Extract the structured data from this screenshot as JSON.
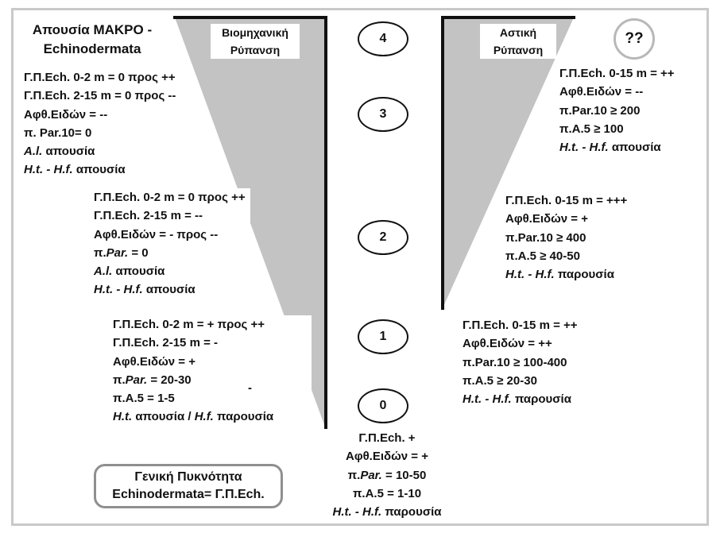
{
  "title": {
    "line1": "Απουσία ΜΑΚΡΟ -",
    "line2": "Echinodermata"
  },
  "left_label": {
    "line1": "Βιομηχανική",
    "line2": "Ρύπανση"
  },
  "right_label": {
    "line1": "Αστική",
    "line2": "Ρύπανση"
  },
  "unknown_badge": "??",
  "stages": [
    "4",
    "3",
    "2",
    "1",
    "0"
  ],
  "left_block_3": {
    "l1": "Γ.Π.Ech.  0-2 m = 0 προς  ++",
    "l2": "Γ.Π.Ech.  2-15 m = 0 προς  --",
    "l3": "Αφθ.Ειδών = --",
    "l4": "π. Par.10= 0",
    "l5a": "A.l.",
    "l5b": " απουσία",
    "l6a": "H.t. - H.f.",
    "l6b": " απουσία"
  },
  "left_block_2": {
    "l1": "Γ.Π.Ech.  0-2 m = 0 προς  ++",
    "l2": "Γ.Π.Ech.  2-15 m =    --",
    "l3": "Αφθ.Ειδών =  - προς --",
    "l4a": "π.",
    "l4b": "Par.",
    "l4c": " = 0",
    "l5a": "A.l.",
    "l5b": " απουσία",
    "l6a": "H.t. - H.f.",
    "l6b": " απουσία"
  },
  "left_block_1": {
    "l1": "Γ.Π.Ech.  0-2 m =  + προς ++",
    "l2": "Γ.Π.Ech.  2-15 m =    -",
    "l3": "Αφθ.Ειδών =    +",
    "l4a": "π.",
    "l4b": "Par.",
    "l4c": " =   20-30",
    "l5": "π.Α.5 = 1-5",
    "dash": "-",
    "l6a": "H.t.",
    "l6b": " απουσία  /  ",
    "l6c": "H.f.",
    "l6d": "  παρουσία"
  },
  "center_block_0": {
    "l1": "Γ.Π.Ech.    +",
    "l2": "Αφθ.Ειδών = +",
    "l3a": "π.",
    "l3b": "Par.",
    "l3c": " = 10-50",
    "l4": "π.Α.5 = 1-10",
    "l5a": "H.t. - H.f.",
    "l5b": " παρουσία"
  },
  "right_block_3": {
    "l1": "Γ.Π.Ech.  0-15 m = ++",
    "l2": "Αφθ.Ειδών = --",
    "l3": "π.Par.10 ≥ 200",
    "l4": "π.Α.5  ≥ 100",
    "l5a": "H.t. - H.f.",
    "l5b": " απουσία"
  },
  "right_block_2": {
    "l1": "Γ.Π.Ech.  0-15 m = +++",
    "l2": "Αφθ.Ειδών = +",
    "l3": "π.Par.10 ≥  400",
    "l4": "π.Α.5  ≥  40-50",
    "l5a": "H.t. - H.f.",
    "l5b": "  παρουσία"
  },
  "right_block_1": {
    "l1": "Γ.Π.Ech.  0-15 m = ++",
    "l2": "Αφθ.Ειδών =  ++",
    "l3": "π.Par.10 ≥   100-400",
    "l4": "π.Α.5  ≥  20-30",
    "l5a": "H.t. - H.f.",
    "l5b": "  παρουσία"
  },
  "legend": {
    "line1": "Γενική Πυκνότητα",
    "line2": "Echinodermata= Γ.Π.Ech."
  },
  "colors": {
    "funnel_fill": "#c3c3c3",
    "funnel_edge": "#111111",
    "frame": "#c9c9c9"
  }
}
